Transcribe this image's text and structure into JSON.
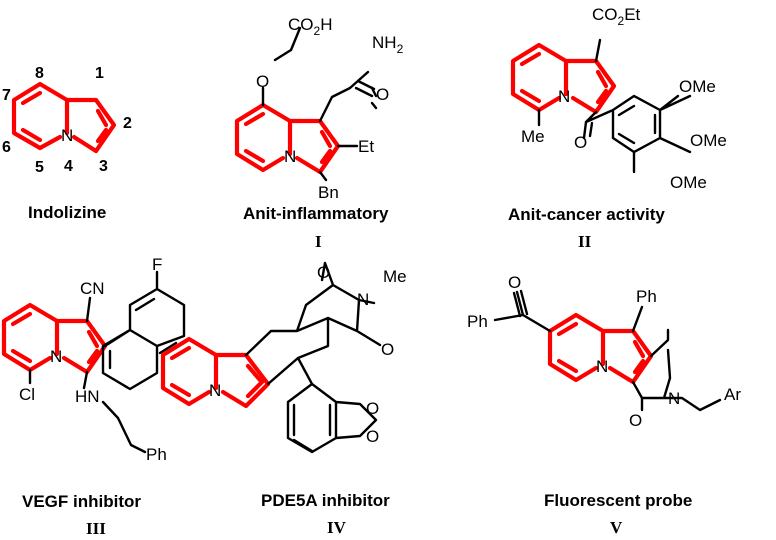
{
  "compounds": [
    {
      "caption": "Indolizine",
      "roman": "",
      "atoms": {
        "N": "N"
      },
      "numbering": [
        "1",
        "2",
        "3",
        "4",
        "5",
        "6",
        "7",
        "8"
      ]
    },
    {
      "caption": "Anit-inflammatory",
      "roman": "I",
      "atoms": {
        "N": "N",
        "O_ether": "O",
        "CO2H": "CO",
        "CO2H_sub": "2",
        "CO2H_tail": "H",
        "NH2": "NH",
        "NH2_sub": "2",
        "O_amide": "O",
        "Et": "Et",
        "Bn": "Bn"
      }
    },
    {
      "caption": "Anit-cancer activity",
      "roman": "II",
      "atoms": {
        "N": "N",
        "CO2Et": "CO",
        "CO2Et_sub": "2",
        "CO2Et_tail": "Et",
        "Me": "Me",
        "O_ketone": "O",
        "OMe1": "OMe",
        "OMe2": "OMe",
        "OMe3": "OMe"
      }
    },
    {
      "caption": "VEGF inhibitor",
      "roman": "III",
      "atoms": {
        "N": "N",
        "CN": "CN",
        "F": "F",
        "Cl": "Cl",
        "HN": "HN",
        "Ph": "Ph"
      }
    },
    {
      "caption": "PDE5A inhibitor",
      "roman": "IV",
      "atoms": {
        "N": "N",
        "O_top": "O",
        "N_me": "N",
        "Me": "Me",
        "O_ketone": "O",
        "O_d1": "O",
        "O_d2": "O"
      }
    },
    {
      "caption": "Fluorescent probe",
      "roman": "V",
      "atoms": {
        "N": "N",
        "O_benzoyl": "O",
        "Ph_benzoyl": "Ph",
        "Ph_top": "Ph",
        "N_lactam": "N",
        "O_lactam": "O",
        "Ar": "Ar"
      }
    }
  ],
  "colors": {
    "core": "#ff0000",
    "bonds": "#000000"
  }
}
